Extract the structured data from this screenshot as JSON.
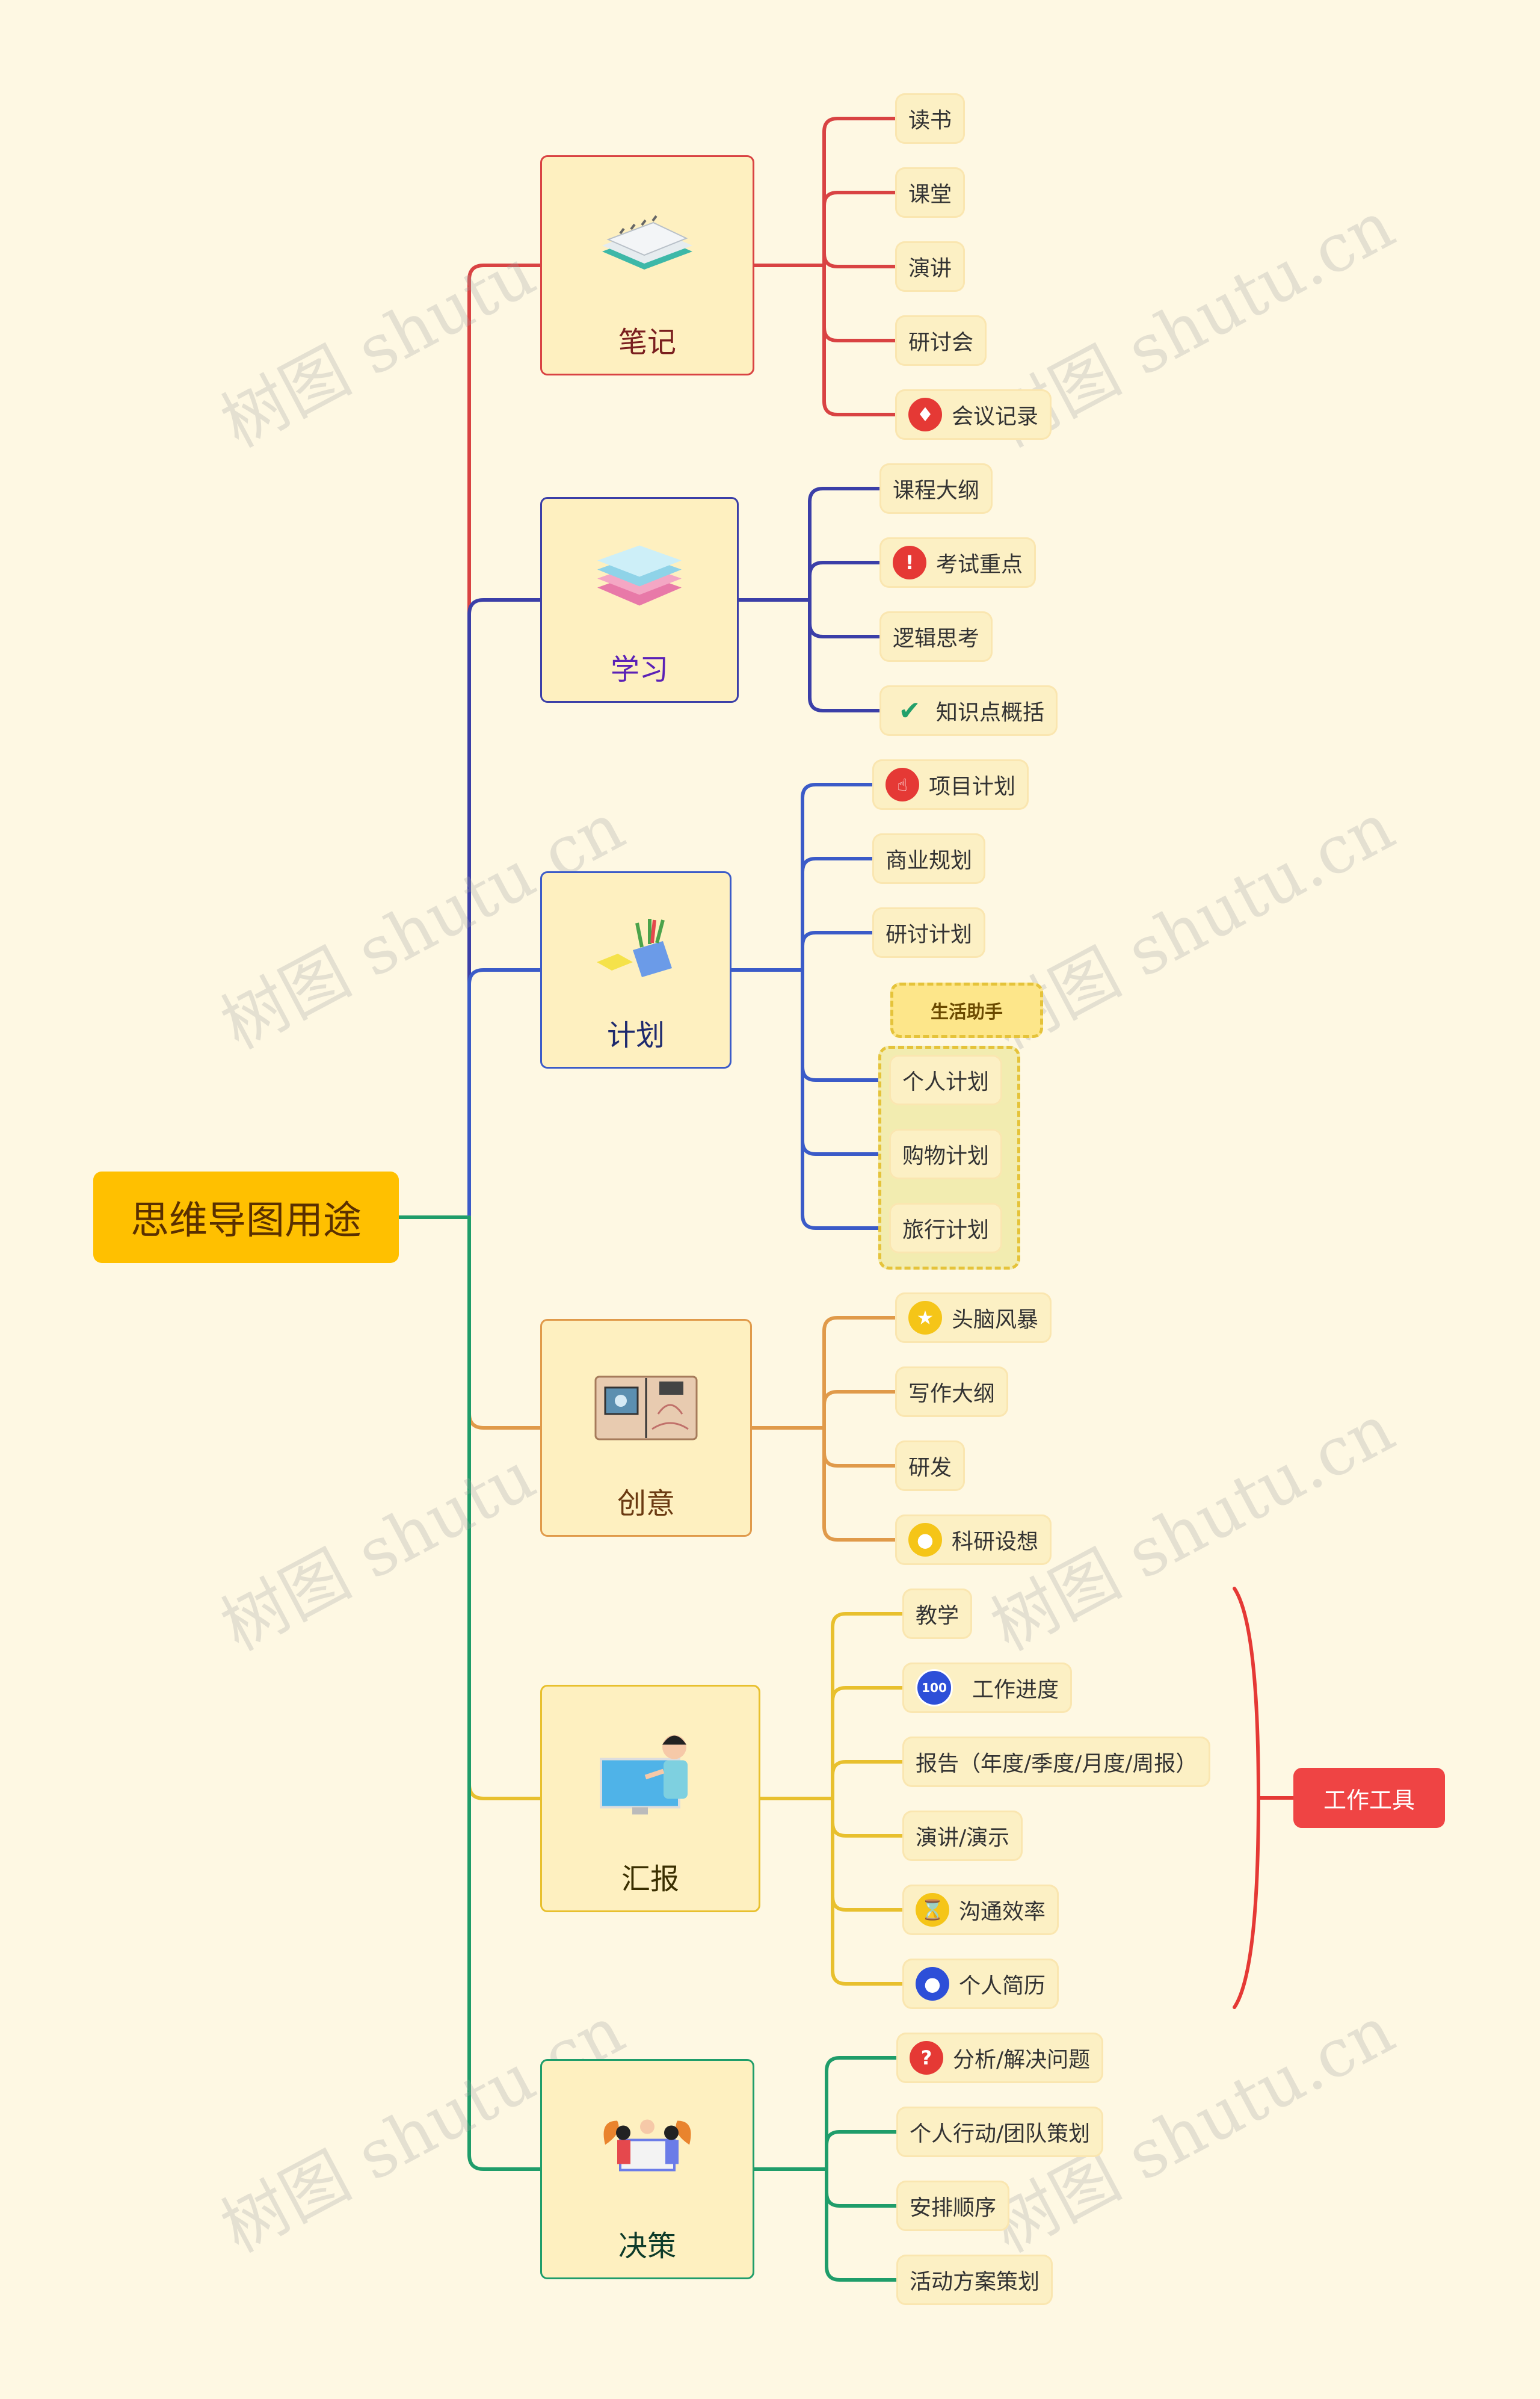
{
  "root": {
    "label": "思维导图用途"
  },
  "branches": [
    {
      "label": "笔记",
      "icon": "notebook-icon",
      "color": "#D94343",
      "leaves": [
        {
          "label": "读书"
        },
        {
          "label": "课堂"
        },
        {
          "label": "演讲"
        },
        {
          "label": "研讨会"
        },
        {
          "label": "会议记录",
          "icon": "bell-icon"
        }
      ]
    },
    {
      "label": "学习",
      "icon": "books-icon",
      "color": "#3B3FA8",
      "leaves": [
        {
          "label": "课程大纲"
        },
        {
          "label": "考试重点",
          "icon": "exclamation-icon"
        },
        {
          "label": "逻辑思考"
        },
        {
          "label": "知识点概括",
          "icon": "check-icon"
        }
      ]
    },
    {
      "label": "计划",
      "icon": "pencil-cup-icon",
      "color": "#3B5BC8",
      "leaves": [
        {
          "label": "项目计划",
          "icon": "thumbs-up-icon"
        },
        {
          "label": "商业规划"
        },
        {
          "label": "研讨计划"
        },
        {
          "label": "个人计划"
        },
        {
          "label": "购物计划"
        },
        {
          "label": "旅行计划"
        }
      ]
    },
    {
      "label": "创意",
      "icon": "sketchbook-icon",
      "color": "#E09A4A",
      "leaves": [
        {
          "label": "头脑风暴",
          "icon": "star-icon"
        },
        {
          "label": "写作大纲"
        },
        {
          "label": "研发"
        },
        {
          "label": "科研设想",
          "icon": "lightbulb-icon"
        }
      ]
    },
    {
      "label": "汇报",
      "icon": "presenter-icon",
      "color": "#E8C02E",
      "leaves": [
        {
          "label": "教学"
        },
        {
          "label": "工作进度",
          "icon": "score-100-icon"
        },
        {
          "label": "报告（年度/季度/月度/周报）"
        },
        {
          "label": "演讲/演示"
        },
        {
          "label": "沟通效率",
          "icon": "hourglass-icon"
        },
        {
          "label": "个人简历",
          "icon": "person-icon"
        }
      ]
    },
    {
      "label": "决策",
      "icon": "team-meeting-icon",
      "color": "#1F9D6A",
      "leaves": [
        {
          "label": "分析/解决问题",
          "icon": "question-icon"
        },
        {
          "label": "个人行动/团队策划"
        },
        {
          "label": "安排顺序"
        },
        {
          "label": "活动方案策划"
        }
      ]
    }
  ],
  "summary": {
    "label": "生活助手"
  },
  "callout": {
    "label": "工作工具"
  },
  "watermark": "树图 shutu.cn"
}
